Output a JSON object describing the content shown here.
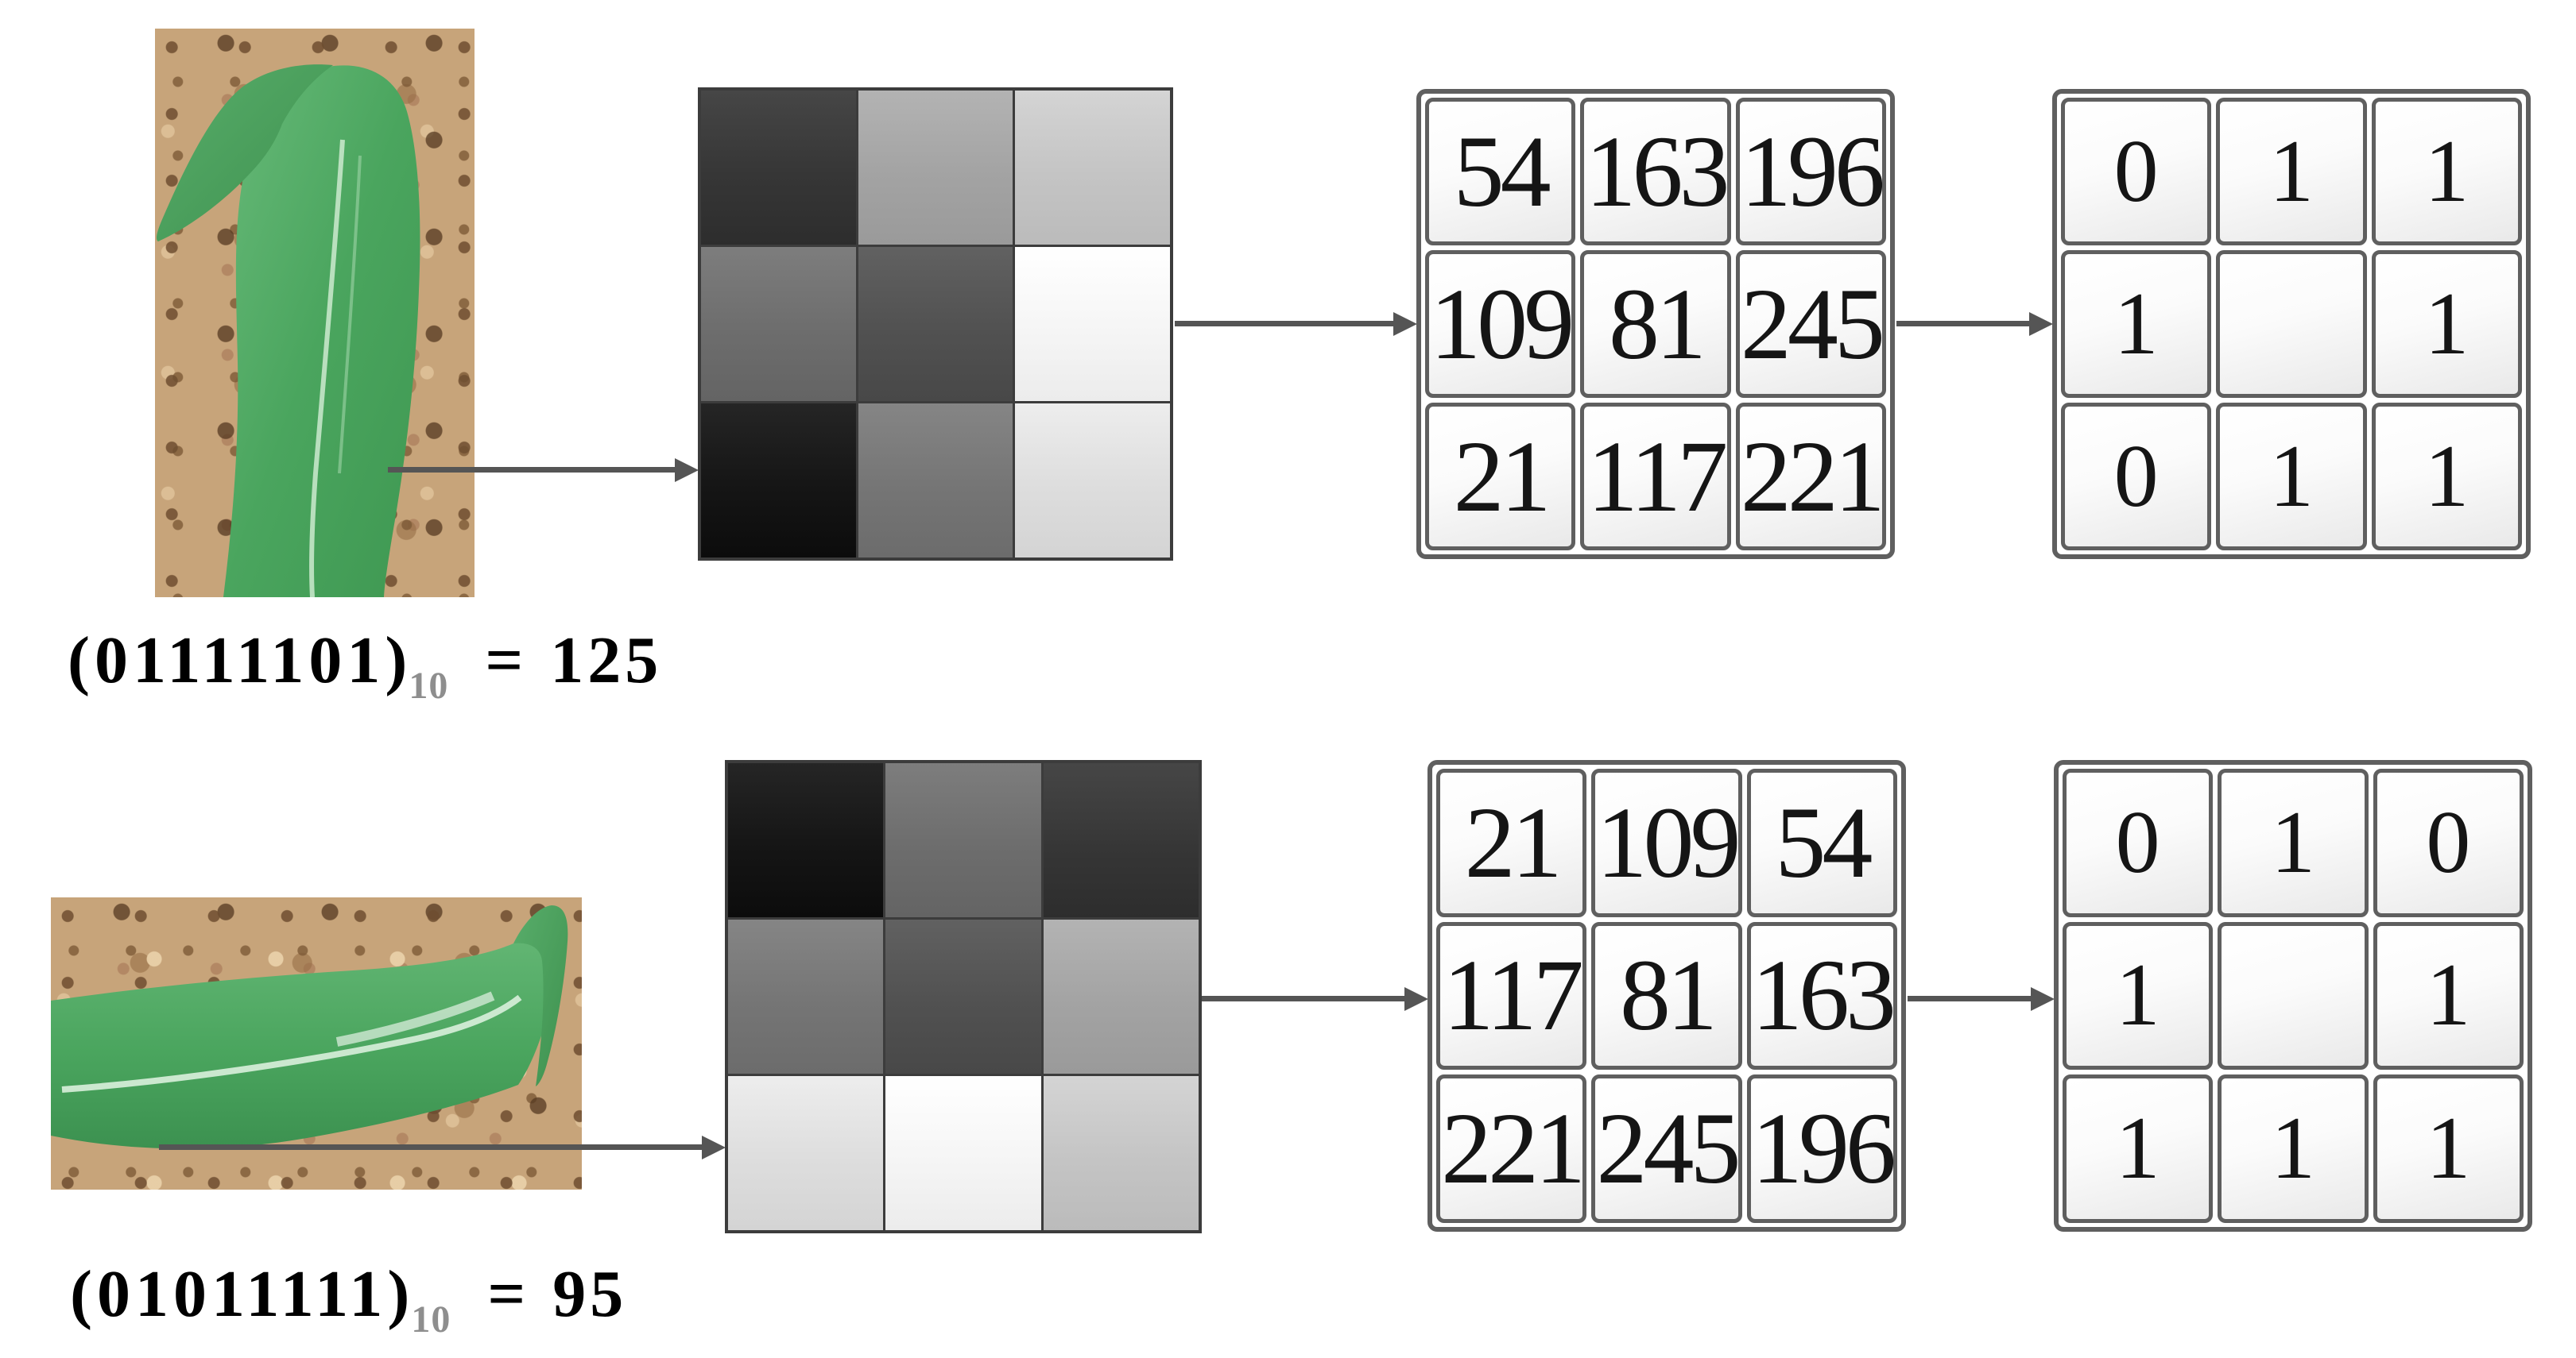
{
  "diagram": {
    "description": "Local binary pattern extraction from maize leaf images",
    "rows": [
      {
        "leaf_alt": "vertical maize seedling leaf on soil",
        "pixels": [
          [
            54,
            163,
            196
          ],
          [
            109,
            81,
            245
          ],
          [
            21,
            117,
            221
          ]
        ],
        "binary": [
          [
            "0",
            "1",
            "1"
          ],
          [
            "1",
            "",
            "1"
          ],
          [
            "0",
            "1",
            "1"
          ]
        ],
        "caption": {
          "bits": "(01111101)",
          "base": "10",
          "equals": "=",
          "value": "125"
        }
      },
      {
        "leaf_alt": "horizontal maize seedling leaf on soil",
        "pixels": [
          [
            21,
            109,
            54
          ],
          [
            117,
            81,
            163
          ],
          [
            221,
            245,
            196
          ]
        ],
        "binary": [
          [
            "0",
            "1",
            "0"
          ],
          [
            "1",
            "",
            "1"
          ],
          [
            "1",
            "1",
            "1"
          ]
        ],
        "caption": {
          "bits": "(01011111)",
          "base": "10",
          "equals": "=",
          "value": "95"
        }
      }
    ],
    "colors": {
      "arrow": "#555555",
      "gray_grid_line": "#3c3c3c",
      "cell_border": "#5f5f5f",
      "caption_subscript": "#8e8e8e",
      "leaf_green": "#4aa55e",
      "soil_tan": "#c7a47a"
    }
  }
}
